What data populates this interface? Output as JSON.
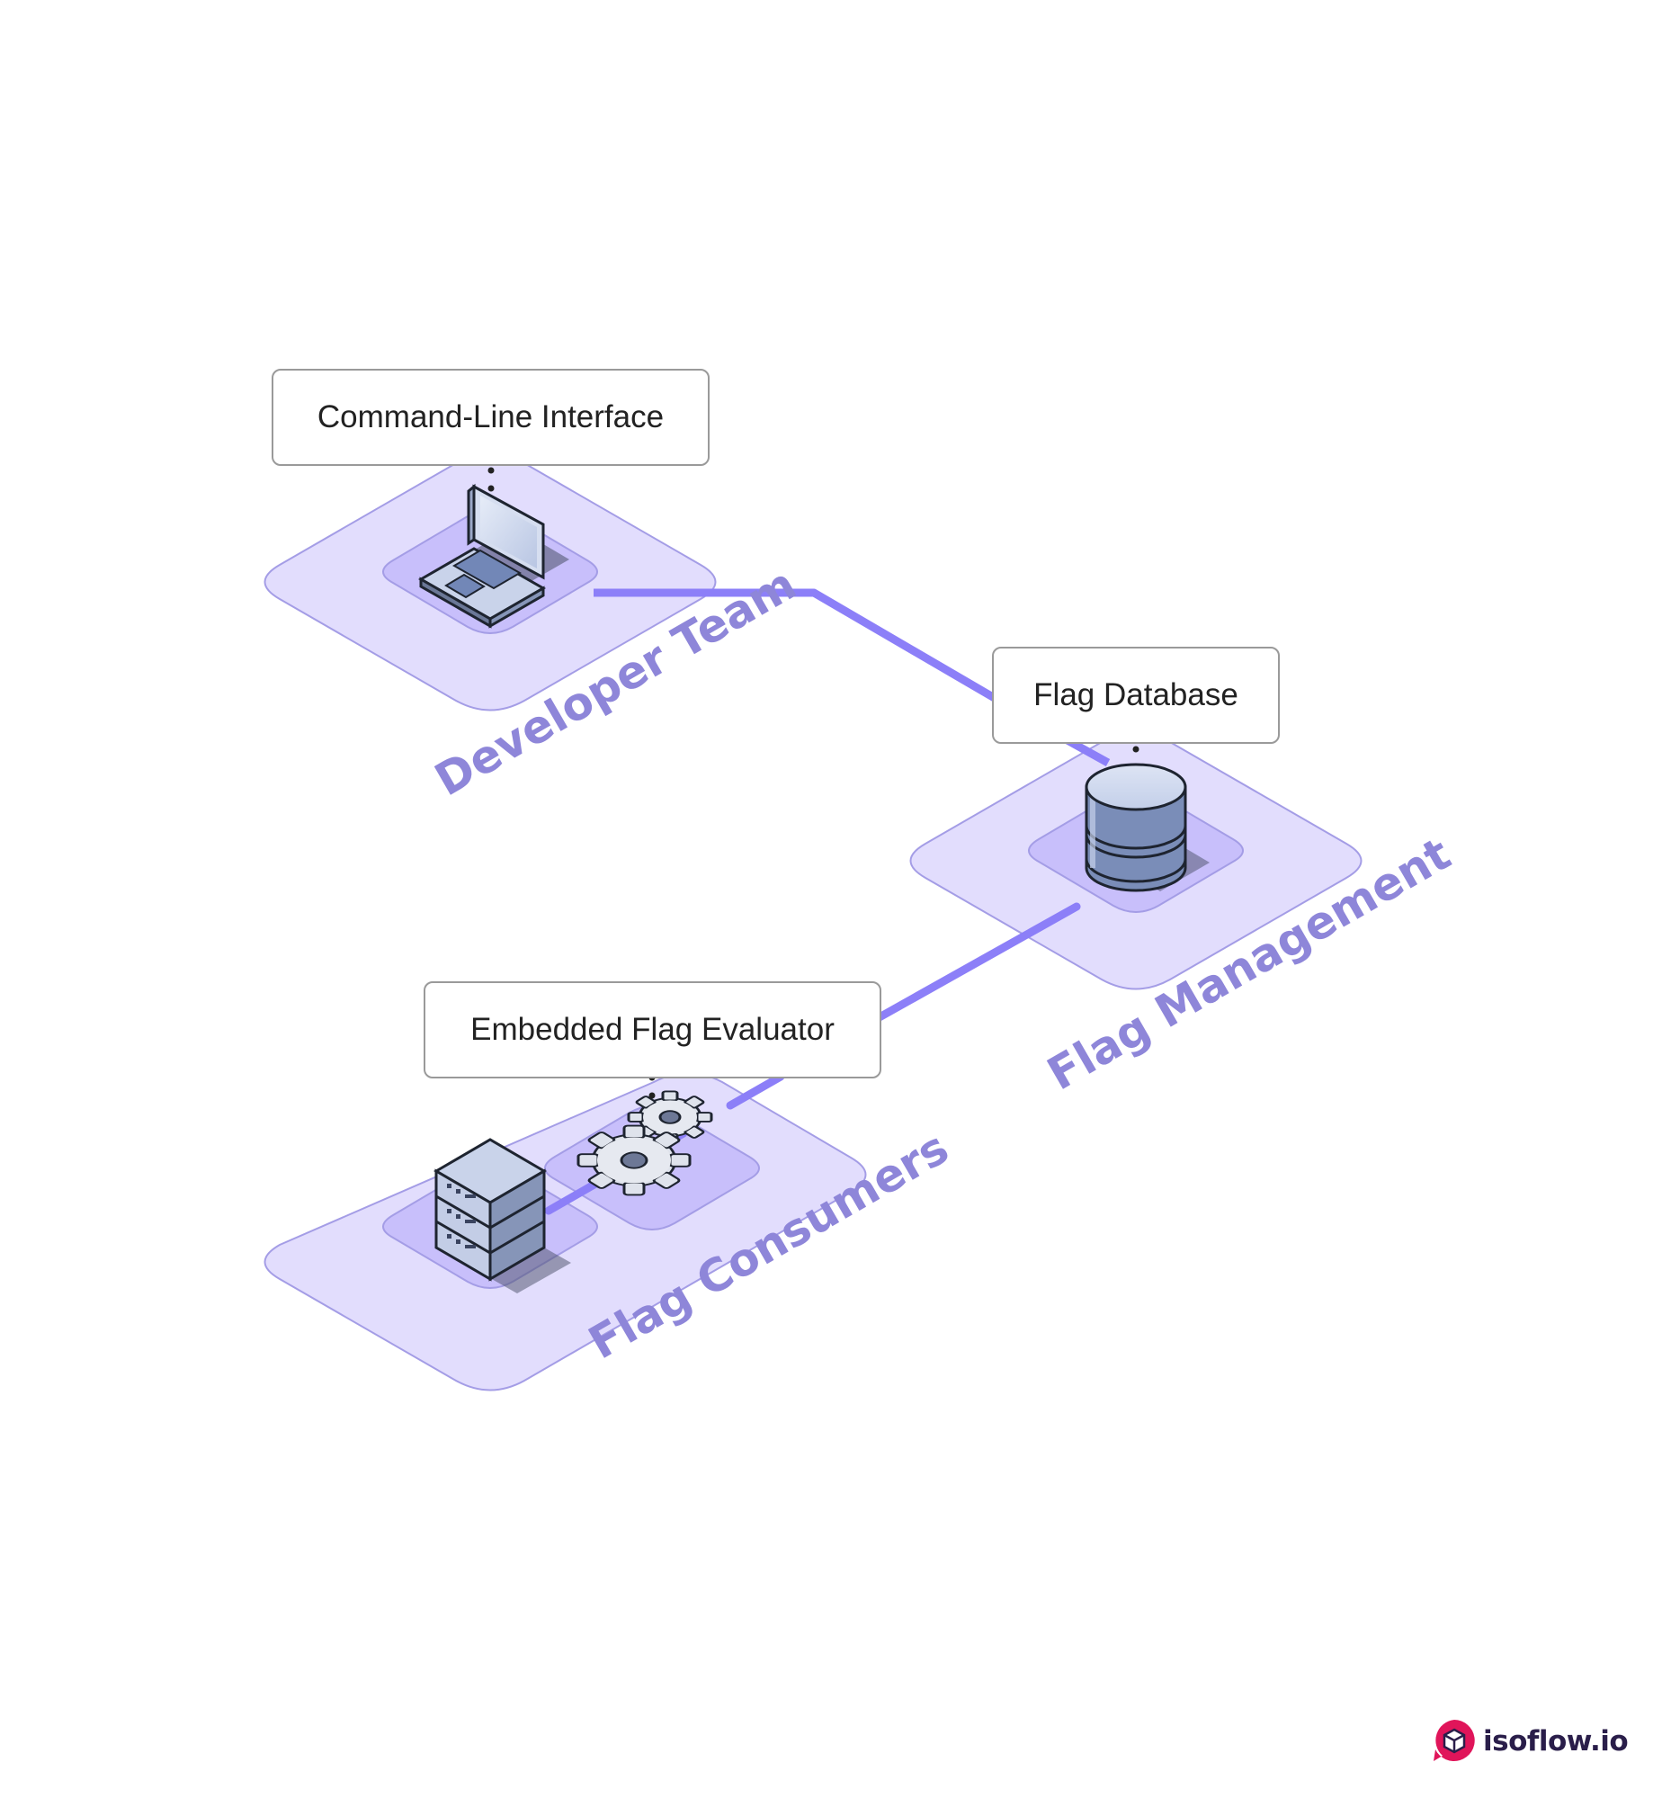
{
  "zones": {
    "developer": {
      "name": "Developer Team"
    },
    "management": {
      "name": "Flag Management"
    },
    "consumers": {
      "name": "Flag Consumers"
    }
  },
  "nodes": {
    "cli": {
      "label": "Command-Line Interface",
      "icon": "laptop-icon"
    },
    "database": {
      "label": "Flag Database",
      "icon": "database-icon"
    },
    "evaluator": {
      "label": "Embedded Flag Evaluator",
      "icon": "gears-icon"
    },
    "server": {
      "icon": "server-icon"
    }
  },
  "brand": {
    "name": "isoflow.io",
    "icon": "isoflow-logo-icon"
  },
  "colors": {
    "zone_fill": "#e2ddfd",
    "zone_stroke": "#a49de6",
    "tile_fill": "#c8bffb",
    "connector": "#8c7ff8",
    "label": "#8e86d9",
    "brand_mark": "#e0155a",
    "brand_text": "#2a1e4a"
  }
}
